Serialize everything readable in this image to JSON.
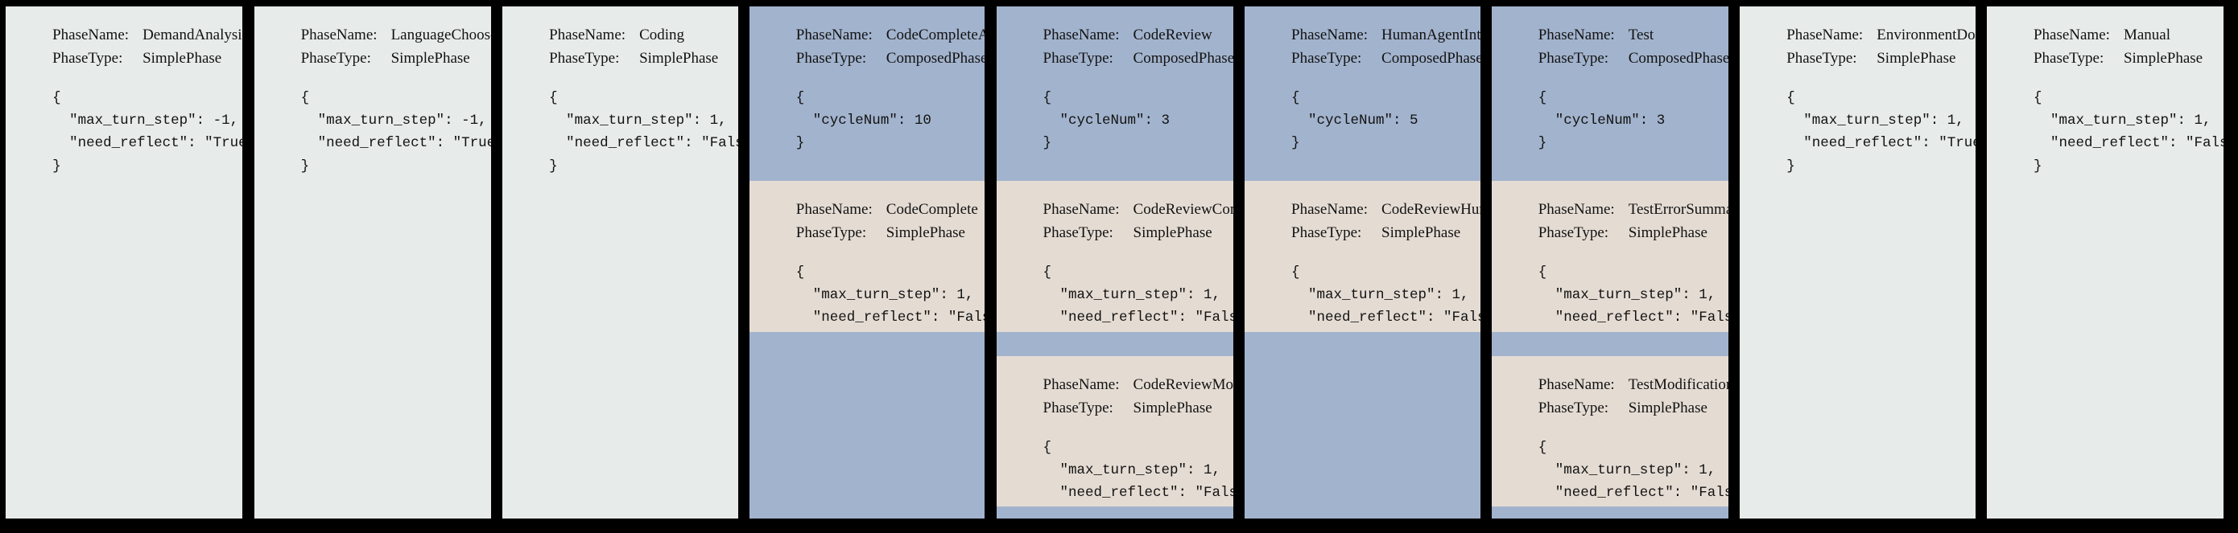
{
  "background_color": "#000000",
  "colors": {
    "simple_phase_bg": "#e7ebe9",
    "composed_phase_bg": "#a2b3cd",
    "nested_simple_phase_bg": "#e4dcd3",
    "text": "#121212"
  },
  "labels": {
    "phase_name_key": "PhaseName:",
    "phase_type_key": "PhaseType:",
    "brace_open": "{",
    "brace_close": "}"
  },
  "panels": [
    {
      "id": "demand-analysis",
      "phase_name": "DemandAnalysis",
      "phase_type": "SimplePhase",
      "kind": "simple",
      "config_lines": [
        "{",
        "  \"max_turn_step\": -1,",
        "  \"need_reflect\": \"True\"",
        "}"
      ],
      "config": {
        "max_turn_step": "-1",
        "need_reflect": "\"True\""
      },
      "children": []
    },
    {
      "id": "language-choose",
      "phase_name": "LanguageChoose",
      "phase_type": "SimplePhase",
      "kind": "simple",
      "config_lines": [
        "{",
        "  \"max_turn_step\": -1,",
        "  \"need_reflect\": \"True\"",
        "}"
      ],
      "config": {
        "max_turn_step": "-1",
        "need_reflect": "\"True\""
      },
      "children": []
    },
    {
      "id": "coding",
      "phase_name": "Coding",
      "phase_type": "SimplePhase",
      "kind": "simple",
      "config_lines": [
        "{",
        "  \"max_turn_step\": 1,",
        "  \"need_reflect\": \"False\"",
        "}"
      ],
      "config": {
        "max_turn_step": "1",
        "need_reflect": "\"False\""
      },
      "children": []
    },
    {
      "id": "code-complete-all",
      "phase_name": "CodeCompleteAll",
      "phase_type": "ComposedPhase",
      "kind": "composed",
      "config_lines": [
        "{",
        "  \"cycleNum\": 10",
        "}"
      ],
      "config": {
        "cycleNum": "10"
      },
      "children": [
        {
          "id": "code-complete",
          "phase_name": "CodeComplete",
          "phase_type": "SimplePhase",
          "config_lines": [
            "{",
            "  \"max_turn_step\": 1,",
            "  \"need_reflect\": \"False\"",
            "}"
          ],
          "config": {
            "max_turn_step": "1",
            "need_reflect": "\"False\""
          }
        }
      ]
    },
    {
      "id": "code-review",
      "phase_name": "CodeReview",
      "phase_type": "ComposedPhase",
      "kind": "composed",
      "config_lines": [
        "{",
        "  \"cycleNum\": 3",
        "}"
      ],
      "config": {
        "cycleNum": "3"
      },
      "children": [
        {
          "id": "code-review-comment",
          "phase_name": "CodeReviewComment",
          "phase_type": "SimplePhase",
          "config_lines": [
            "{",
            "  \"max_turn_step\": 1,",
            "  \"need_reflect\": \"False\"",
            "}"
          ],
          "config": {
            "max_turn_step": "1",
            "need_reflect": "\"False\""
          }
        },
        {
          "id": "code-review-modification",
          "phase_name": "CodeReviewModification",
          "phase_type": "SimplePhase",
          "config_lines": [
            "{",
            "  \"max_turn_step\": 1,",
            "  \"need_reflect\": \"False\"",
            "}"
          ],
          "config": {
            "max_turn_step": "1",
            "need_reflect": "\"False\""
          }
        }
      ]
    },
    {
      "id": "human-agent-interaction",
      "phase_name": "HumanAgentInteraction",
      "phase_type": "ComposedPhase",
      "kind": "composed",
      "config_lines": [
        "{",
        "  \"cycleNum\": 5",
        "}"
      ],
      "config": {
        "cycleNum": "5"
      },
      "children": [
        {
          "id": "code-review-human",
          "phase_name": "CodeReviewHuman",
          "phase_type": "SimplePhase",
          "config_lines": [
            "{",
            "  \"max_turn_step\": 1,",
            "  \"need_reflect\": \"False\"",
            "}"
          ],
          "config": {
            "max_turn_step": "1",
            "need_reflect": "\"False\""
          }
        }
      ]
    },
    {
      "id": "test",
      "phase_name": "Test",
      "phase_type": "ComposedPhase",
      "kind": "composed",
      "config_lines": [
        "{",
        "  \"cycleNum\": 3",
        "}"
      ],
      "config": {
        "cycleNum": "3"
      },
      "children": [
        {
          "id": "test-error-summary",
          "phase_name": "TestErrorSummary",
          "phase_type": "SimplePhase",
          "config_lines": [
            "{",
            "  \"max_turn_step\": 1,",
            "  \"need_reflect\": \"False\"",
            "}"
          ],
          "config": {
            "max_turn_step": "1",
            "need_reflect": "\"False\""
          }
        },
        {
          "id": "test-modification",
          "phase_name": "TestModification",
          "phase_type": "SimplePhase",
          "config_lines": [
            "{",
            "  \"max_turn_step\": 1,",
            "  \"need_reflect\": \"False\"",
            "}"
          ],
          "config": {
            "max_turn_step": "1",
            "need_reflect": "\"False\""
          }
        }
      ]
    },
    {
      "id": "environment-doc",
      "phase_name": "EnvironmentDoc",
      "phase_type": "SimplePhase",
      "kind": "simple",
      "config_lines": [
        "{",
        "  \"max_turn_step\": 1,",
        "  \"need_reflect\": \"True\"",
        "}"
      ],
      "config": {
        "max_turn_step": "1",
        "need_reflect": "\"True\""
      },
      "children": []
    },
    {
      "id": "manual",
      "phase_name": "Manual",
      "phase_type": "SimplePhase",
      "kind": "simple",
      "config_lines": [
        "{",
        "  \"max_turn_step\": 1,",
        "  \"need_reflect\": \"False\"",
        "}"
      ],
      "config": {
        "max_turn_step": "1",
        "need_reflect": "\"False\""
      },
      "children": []
    }
  ]
}
